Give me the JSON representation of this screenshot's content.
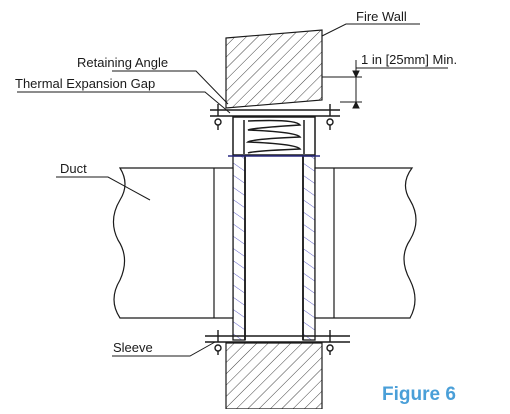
{
  "labels": {
    "fire_wall": "Fire Wall",
    "retaining_angle": "Retaining Angle",
    "thermal_gap": "Thermal Expansion Gap",
    "min_gap": "1 in [25mm]  Min.",
    "duct": "Duct",
    "sleeve": "Sleeve"
  },
  "figure_caption": "Figure 6",
  "colors": {
    "caption": "#4a9fd8",
    "line": "#1a1a1a",
    "hatch_sleeve": "#4a4ab8",
    "wall_fill": "#ffffff"
  }
}
